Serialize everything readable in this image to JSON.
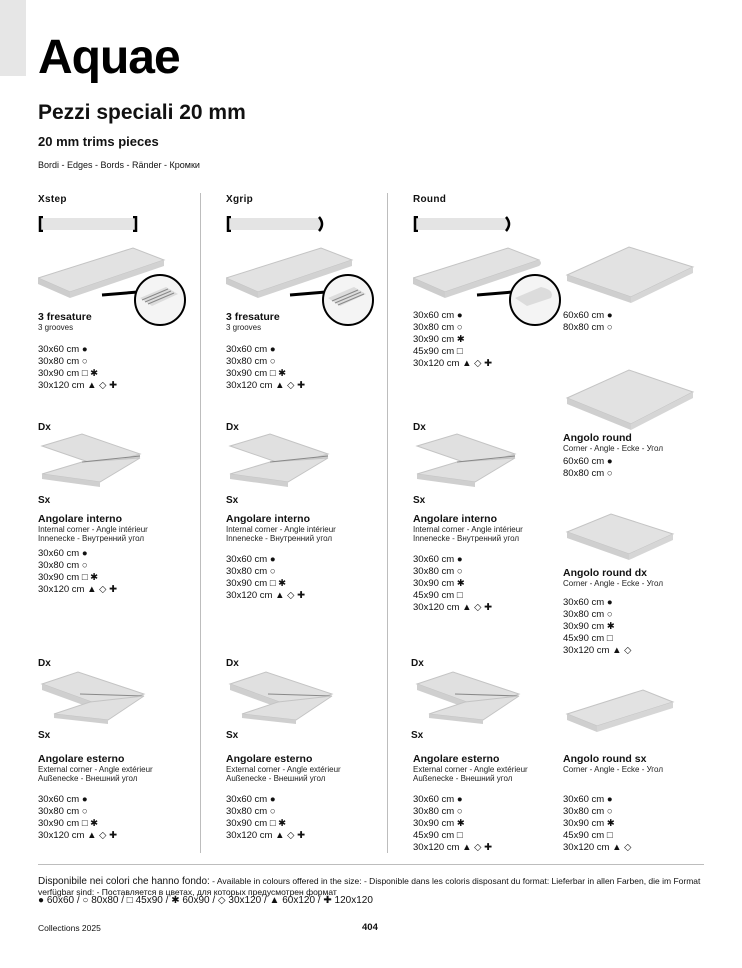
{
  "brand": "Aquae",
  "title_it": "Pezzi speciali 20 mm",
  "title_en": "20 mm trims pieces",
  "subtitle": "Bordi - Edges - Bords - Ränder - Кромки",
  "columns": {
    "xstep": "Xstep",
    "xgrip": "Xgrip",
    "round": "Round"
  },
  "trims": {
    "xstep": {
      "title": "3 fresature",
      "sub": "3 grooves",
      "sizes": [
        "30x60 cm ●",
        "30x80 cm ○",
        "30x90 cm □ ✱",
        "30x120 cm ▲ ◇ ✚"
      ]
    },
    "xgrip": {
      "title": "3 fresature",
      "sub": "3 grooves",
      "sizes": [
        "30x60 cm ●",
        "30x80 cm ○",
        "30x90 cm □ ✱",
        "30x120 cm ▲ ◇ ✚"
      ]
    },
    "round_a": {
      "sizes": [
        "30x60 cm ●",
        "30x80 cm ○",
        "30x90 cm ✱",
        "45x90 cm □",
        "30x120 cm ▲ ◇ ✚"
      ]
    },
    "round_b": {
      "sizes": [
        "60x60 cm ●",
        "80x80 cm ○"
      ]
    }
  },
  "tags": {
    "dx": "Dx",
    "sx": "Sx"
  },
  "angolo_interno": {
    "title": "Angolare interno",
    "sub1": "Internal corner - Angle intérieur",
    "sub2": "Innenecke - Внутренний угол",
    "xstep_sizes": [
      "30x60 cm ●",
      "30x80 cm ○",
      "30x90 cm □ ✱",
      "30x120 cm ▲ ◇ ✚"
    ],
    "xgrip_sizes": [
      "30x60 cm ●",
      "30x80 cm ○",
      "30x90 cm □ ✱",
      "30x120 cm ▲ ◇ ✚"
    ],
    "round_sizes": [
      "30x60 cm ●",
      "30x80 cm ○",
      "30x90 cm ✱",
      "45x90 cm □",
      "30x120 cm ▲ ◇ ✚"
    ]
  },
  "angolo_esterno": {
    "title": "Angolare esterno",
    "sub1": "External corner - Angle extérieur",
    "sub2": "Außenecke - Внешний угол",
    "xstep_sizes": [
      "30x60 cm ●",
      "30x80 cm ○",
      "30x90 cm □ ✱",
      "30x120 cm ▲ ◇ ✚"
    ],
    "xgrip_sizes": [
      "30x60 cm ●",
      "30x80 cm ○",
      "30x90 cm □ ✱",
      "30x120 cm ▲ ◇ ✚"
    ],
    "round_sizes": [
      "30x60 cm ●",
      "30x80 cm ○",
      "30x90 cm ✱",
      "45x90 cm □",
      "30x120 cm ▲ ◇ ✚"
    ]
  },
  "angolo_round": {
    "title": "Angolo round",
    "sub": "Corner - Angle - Ecke - Угол",
    "sizes": [
      "60x60 cm ●",
      "80x80 cm ○"
    ]
  },
  "angolo_round_dx": {
    "title": "Angolo round dx",
    "sub": "Corner - Angle - Ecke - Угол",
    "sizes": [
      "30x60 cm ●",
      "30x80 cm ○",
      "30x90 cm ✱",
      "45x90 cm □",
      "30x120 cm ▲ ◇"
    ]
  },
  "angolo_round_sx": {
    "title": "Angolo round sx",
    "sub": "Corner - Angle - Ecke - Угол",
    "sizes": [
      "30x60 cm ●",
      "30x80 cm ○",
      "30x90 cm ✱",
      "45x90 cm □",
      "30x120 cm ▲ ◇"
    ]
  },
  "footer": {
    "note_lead": "Disponibile nei colori che hanno fondo:",
    "note_rest": " - Available in colours offered in the size: - Disponible dans les coloris disposant du format: Lieferbar in allen Farben, die im Format verfügbar sind: - Поставляется в цветах, для которых предусмотрен формат",
    "legend": "● 60x60  /  ○ 80x80  /  □ 45x90  /  ✱ 60x90  /  ◇ 30x120  /  ▲ 60x120  /  ✚ 120x120",
    "collection": "Collections 2025",
    "page": "404"
  },
  "colors": {
    "tile": "#dcdcdc",
    "tile_edge": "#bdbdbd",
    "divider": "#bdbdbd"
  }
}
